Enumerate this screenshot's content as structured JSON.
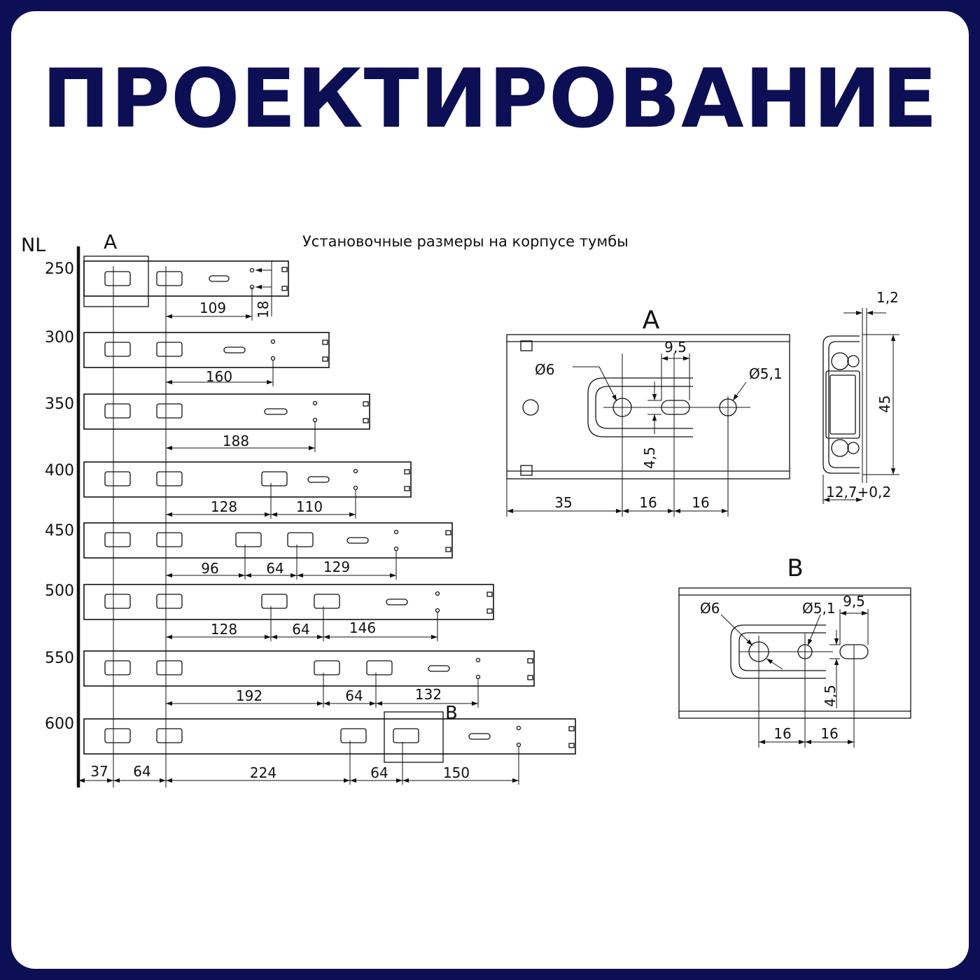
{
  "header": {
    "title": "ПРОЕКТИРОВАНИЕ",
    "title_color": "#0d0f55",
    "frame_color": "#0d0f55"
  },
  "drawing": {
    "caption": "Установочные размеры на корпусе тумбы",
    "nl_label": "NL",
    "detail_a_label": "A",
    "detail_b_label": "B",
    "rails": [
      {
        "nl": "250",
        "dims": [
          "109",
          "18"
        ]
      },
      {
        "nl": "300",
        "dims": [
          "160"
        ]
      },
      {
        "nl": "350",
        "dims": [
          "188"
        ]
      },
      {
        "nl": "400",
        "dims": [
          "128",
          "110"
        ]
      },
      {
        "nl": "450",
        "dims": [
          "96",
          "64",
          "129"
        ]
      },
      {
        "nl": "500",
        "dims": [
          "128",
          "64",
          "146"
        ]
      },
      {
        "nl": "550",
        "dims": [
          "192",
          "64",
          "132"
        ]
      },
      {
        "nl": "600",
        "dims": [
          "37",
          "64",
          "224",
          "64",
          "150"
        ]
      }
    ],
    "detail_a": {
      "title": "A",
      "d6": "Ø6",
      "d51": "Ø5,1",
      "w95": "9,5",
      "h45": "4,5",
      "d35": "35",
      "d16a": "16",
      "d16b": "16"
    },
    "profile": {
      "t12": "1,2",
      "h45": "45",
      "w127": "12,7+0,2"
    },
    "detail_b": {
      "title": "B",
      "d6": "Ø6",
      "d51": "Ø5,1",
      "w95": "9,5",
      "h45": "4,5",
      "d16a": "16",
      "d16b": "16"
    }
  }
}
